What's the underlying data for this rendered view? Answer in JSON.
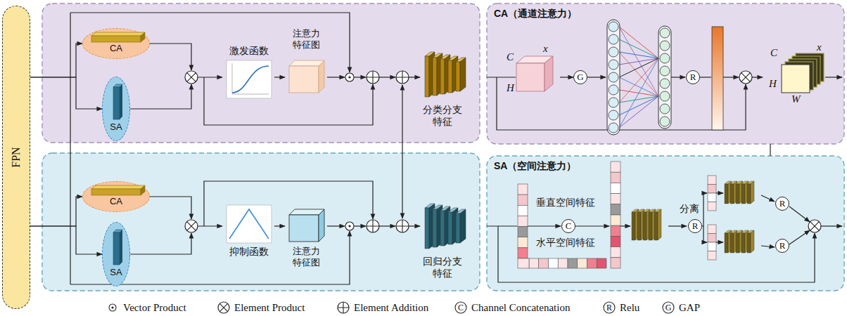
{
  "diagram": {
    "nodes": [
      {
        "text": [
          "FPN"
        ]
      },
      {
        "text": [
          "CA"
        ]
      },
      {
        "text": [
          "SA"
        ]
      },
      {
        "text": [
          "激发函数"
        ]
      },
      {
        "text": [
          "注意力 特征图"
        ]
      },
      {
        "text": [
          "分类分支 特征"
        ]
      },
      {
        "text": [
          "CA"
        ]
      },
      {
        "text": [
          "SA"
        ]
      },
      {
        "text": [
          "抑制函数"
        ]
      },
      {
        "text": [
          "注意力 特征图"
        ]
      },
      {
        "text": [
          "回归分支 特征"
        ]
      },
      {
        "text": [
          "CA（通道注意力）"
        ]
      },
      {
        "text": [
          "C",
          "x",
          "H"
        ],
        "in": 11
      },
      {
        "text": [
          "G"
        ],
        "in": 11
      },
      {
        "text": [
          "R"
        ],
        "in": 11
      },
      {
        "text": [
          "C",
          "x",
          "H",
          "W"
        ],
        "in": 11
      },
      {
        "text": [
          "SA（空间注意力）"
        ]
      },
      {
        "text": [
          "C"
        ],
        "in": 16
      },
      {
        "text": [
          "R"
        ],
        "in": 16
      },
      {
        "text": [
          "R"
        ],
        "in": 16
      },
      {
        "text": [
          "R"
        ],
        "in": 16
      }
    ],
    "edges": [
      {
        "from": 0,
        "to": 1,
        "arrow": "to"
      },
      {
        "from": 0,
        "to": 2,
        "arrow": "to"
      },
      {
        "from": 0,
        "to": 6,
        "arrow": "to"
      },
      {
        "from": 0,
        "to": 7,
        "arrow": "to"
      },
      {
        "from": 3,
        "to": 4,
        "arrow": "to"
      },
      {
        "from": 8,
        "to": 9,
        "arrow": "to"
      },
      {
        "from": 12,
        "to": 13,
        "arrow": "to"
      },
      {
        "from": 11,
        "to": 16,
        "arrow": "none"
      }
    ],
    "labels": [
      "垂直空间特征",
      "水平空间特征",
      "分离",
      "C",
      "R",
      "G"
    ],
    "legend": [
      {
        "text": "Vector Product"
      },
      {
        "text": "Element Product"
      },
      {
        "text": "Element Addition"
      },
      {
        "text": "Channel Concatenation"
      },
      {
        "text": "Relu"
      },
      {
        "text": "GAP"
      }
    ]
  }
}
